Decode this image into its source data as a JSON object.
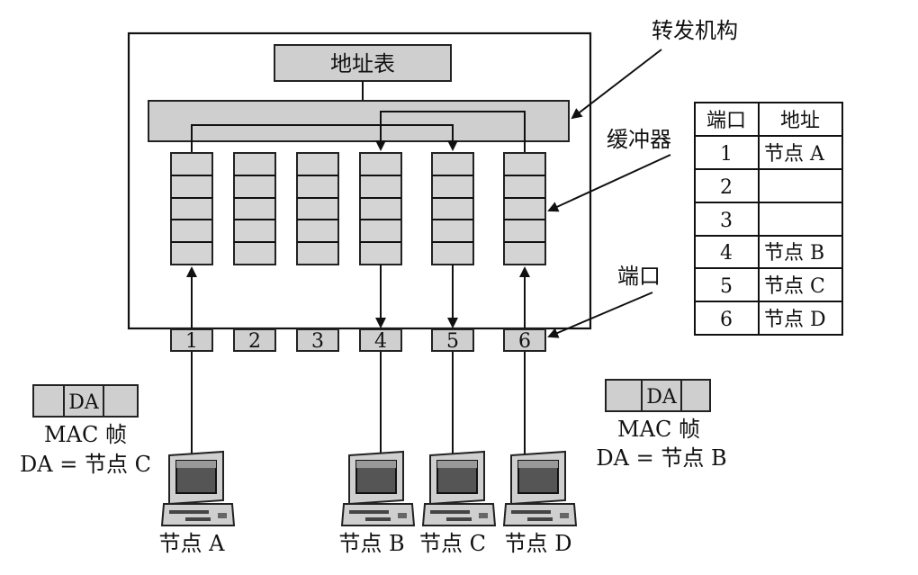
{
  "labels": {
    "forwarding": "转发机构",
    "buffer": "缓冲器",
    "port": "端口",
    "address_table": "地址表"
  },
  "ports": [
    "1",
    "2",
    "3",
    "4",
    "5",
    "6"
  ],
  "table": {
    "headers": [
      "端口",
      "地址"
    ],
    "rows": [
      [
        "1",
        "节点 A"
      ],
      [
        "2",
        ""
      ],
      [
        "3",
        ""
      ],
      [
        "4",
        "节点 B"
      ],
      [
        "5",
        "节点 C"
      ],
      [
        "6",
        "节点 D"
      ]
    ]
  },
  "frames": {
    "left": {
      "field": "DA",
      "title": "MAC 帧",
      "dest": "DA = 节点 C"
    },
    "right": {
      "field": "DA",
      "title": "MAC 帧",
      "dest": "DA = 节点 B"
    }
  },
  "nodes": [
    "节点 A",
    "节点 B",
    "节点 C",
    "节点 D"
  ]
}
